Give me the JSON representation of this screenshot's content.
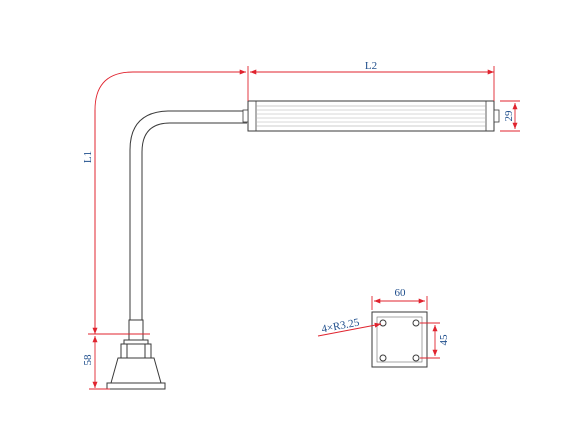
{
  "drawing": {
    "dimensions": {
      "L1": "L1",
      "L2": "L2",
      "bar_height": "29",
      "base_height": "58",
      "plate_width": "60",
      "plate_height": "45",
      "hole_callout": "4×R3.25"
    },
    "colors": {
      "dimension_line": "#e0232e",
      "dimension_text": "#1f4e8c",
      "outline": "#3a3a3a",
      "background": "#ffffff"
    }
  }
}
